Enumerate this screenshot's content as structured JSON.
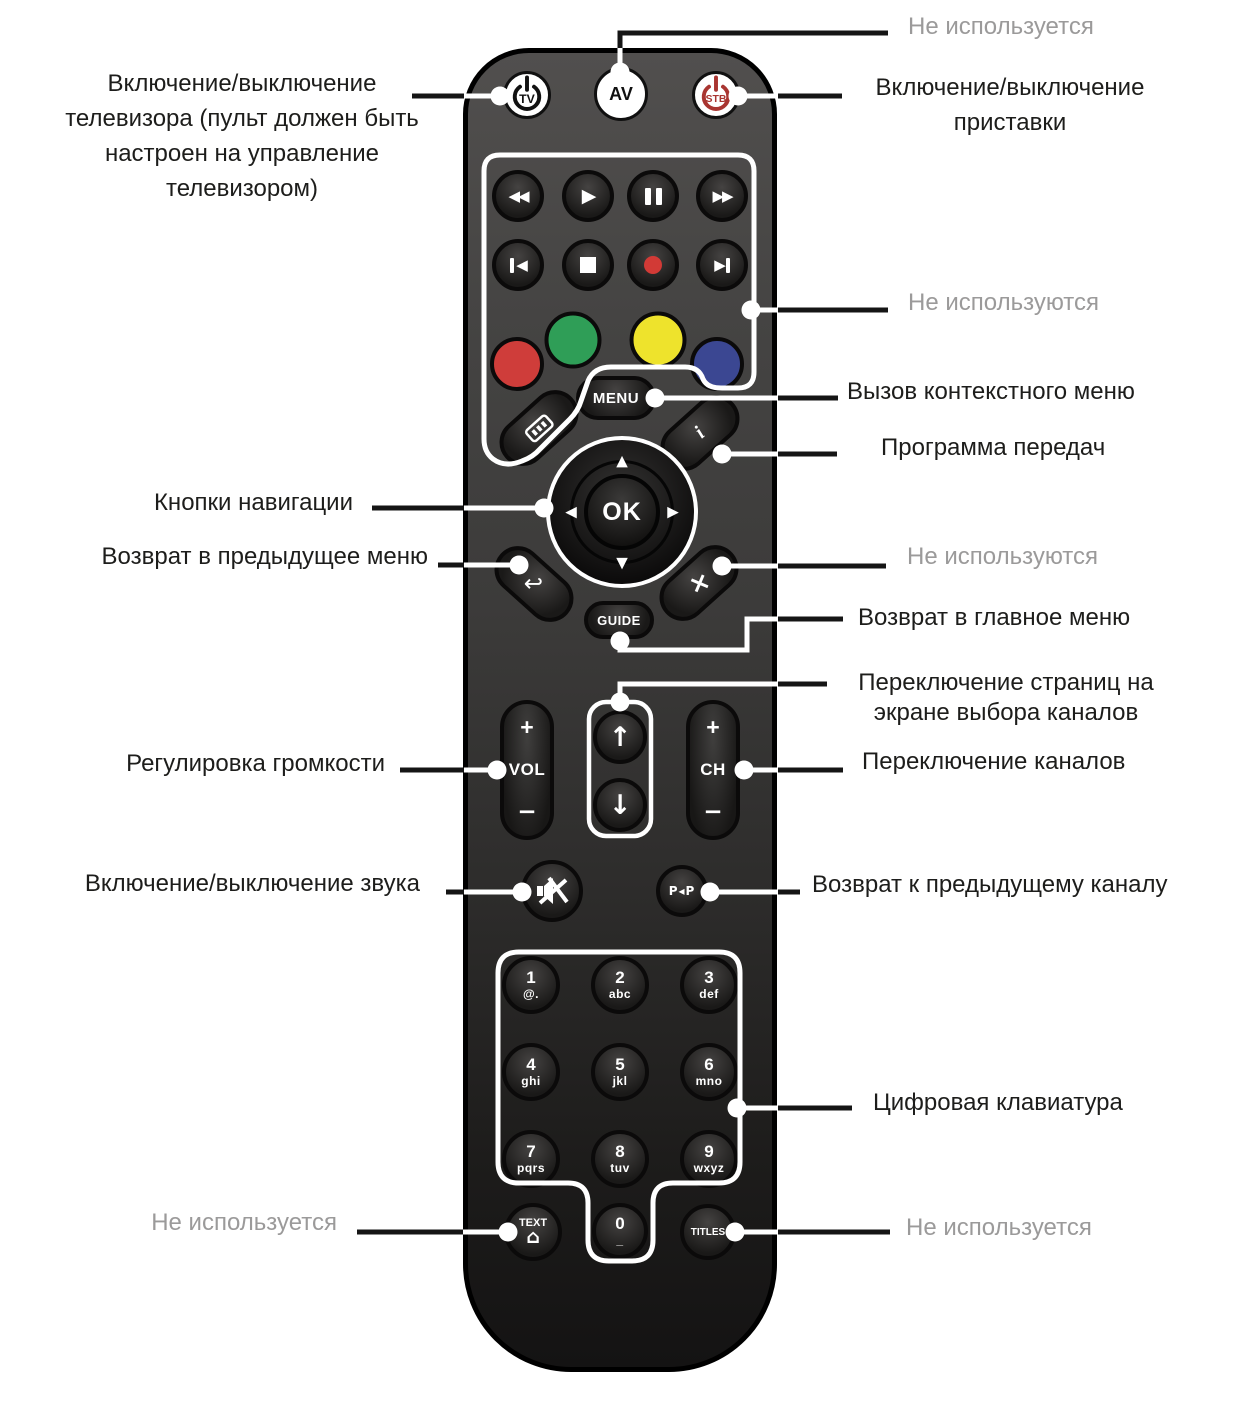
{
  "colors": {
    "record_red": "#d23a36",
    "key_red": "#cf3d3a",
    "key_green": "#2f9e57",
    "key_yellow": "#eee32c",
    "key_blue": "#3b4792",
    "stb_red": "#a93531",
    "label_text": "#1d1d1b",
    "muted_text": "#9b9a9a"
  },
  "labels": {
    "tv_power": [
      "Включение/выключение",
      "телевизора (пульт должен быть",
      "настроен  на управление",
      "телевизором)"
    ],
    "av_not_used": "Не используется",
    "stb_power": [
      "Включение/выключение",
      "приставки"
    ],
    "playback_not_used": "Не используются",
    "context_menu": "Вызов контекстного меню",
    "program_guide": "Программа передач",
    "navigation": "Кнопки навигации",
    "back": "Возврат в предыдущее меню",
    "x_not_used": "Не используются",
    "main_menu": "Возврат в главное меню",
    "page_switch": [
      "Переключение страниц на",
      "экране выбора каналов"
    ],
    "volume": "Регулировка громкости",
    "channels": "Переключение каналов",
    "mute": "Включение/выключение звука",
    "prev_channel": "Возврат к предыдущему каналу",
    "numpad": "Цифровая клавиатура",
    "text_not_used": "Не используется",
    "titles_not_used": "Не используется"
  },
  "remote": {
    "power_tv": "TV",
    "power_av": "AV",
    "power_stb": "STB",
    "playback": {
      "rewind": "◀◀",
      "play": "▶",
      "forward": "▶▶",
      "prev": "◀",
      "next": "▶"
    },
    "menu": "MENU",
    "info": "i",
    "guide": "GUIDE",
    "ok": "OK",
    "nav": {
      "up": "▲",
      "down": "▼",
      "left": "◀",
      "right": "▶"
    },
    "back_glyph": "↩",
    "close_glyph": "×",
    "page_up": "↑",
    "page_down": "↓",
    "vol": {
      "plus": "+",
      "label": "VOL",
      "minus": "−"
    },
    "ch": {
      "plus": "+",
      "label": "CH",
      "minus": "−"
    },
    "pap": "P◂P",
    "digits": [
      {
        "num": "1",
        "sub": "@."
      },
      {
        "num": "2",
        "sub": "abc"
      },
      {
        "num": "3",
        "sub": "def"
      },
      {
        "num": "4",
        "sub": "ghi"
      },
      {
        "num": "5",
        "sub": "jkl"
      },
      {
        "num": "6",
        "sub": "mno"
      },
      {
        "num": "7",
        "sub": "pqrs"
      },
      {
        "num": "8",
        "sub": "tuv"
      },
      {
        "num": "9",
        "sub": "wxyz"
      }
    ],
    "zero": {
      "num": "0",
      "sub": "_"
    },
    "text_btn": "TEXT",
    "home_glyph": "⌂",
    "titles_btn": "TITLES"
  }
}
